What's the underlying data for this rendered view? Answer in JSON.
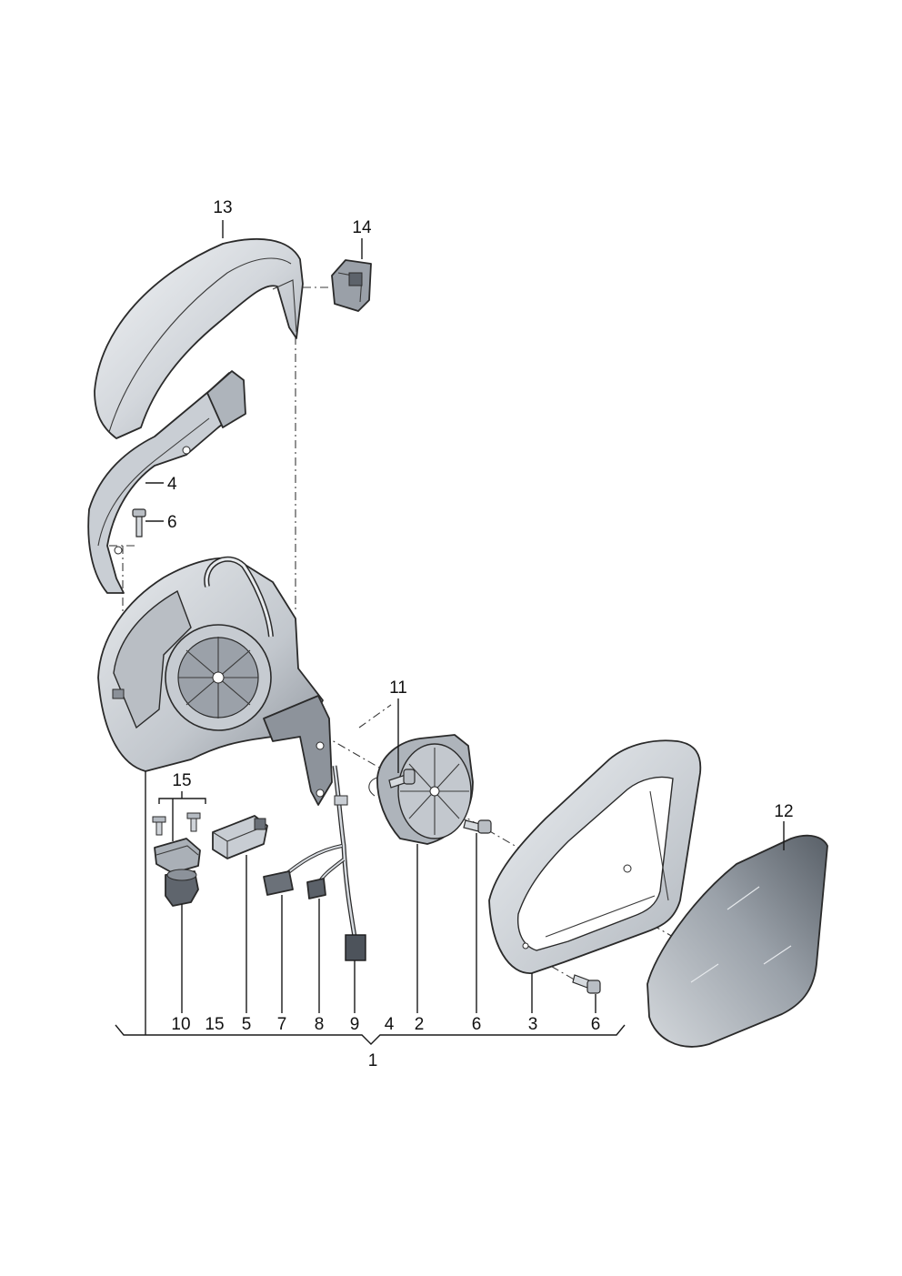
{
  "diagram": {
    "callouts": {
      "c1": "1",
      "c2": "2",
      "c3": "3",
      "c4a": "4",
      "c4b": "4",
      "c5": "5",
      "c6a": "6",
      "c6b": "6",
      "c6c": "6",
      "c7": "7",
      "c8": "8",
      "c9": "9",
      "c10": "10",
      "c11": "11",
      "c12": "12",
      "c13": "13",
      "c14": "14",
      "c15a": "15",
      "c15b": "15"
    },
    "colors": {
      "part_fill": "#d9dde2",
      "part_shade": "#a9afb7",
      "part_dark": "#6f757d",
      "glass_light": "#c9ced4",
      "glass_dark": "#6e747c",
      "line": "#1a1a1a"
    }
  }
}
